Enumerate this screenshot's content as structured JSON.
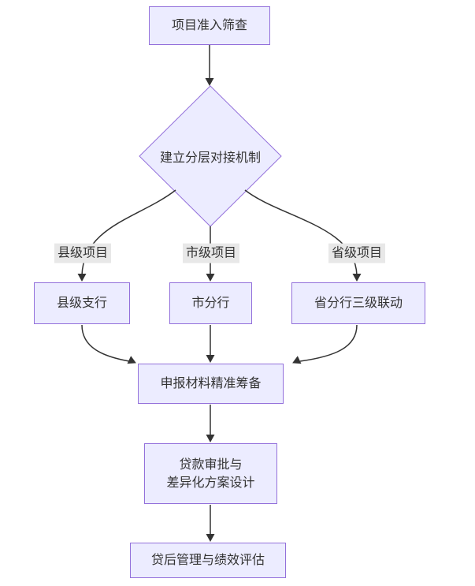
{
  "diagram": {
    "type": "flowchart",
    "direction": "top-bottom",
    "nodes": [
      {
        "id": "A",
        "shape": "rect",
        "label": "项目准入筛查"
      },
      {
        "id": "B",
        "shape": "diamond",
        "label": "建立分层对接机制"
      },
      {
        "id": "C",
        "shape": "rect",
        "label": "县级支行"
      },
      {
        "id": "D",
        "shape": "rect",
        "label": "市分行"
      },
      {
        "id": "E",
        "shape": "rect",
        "label": "省分行三级联动"
      },
      {
        "id": "F",
        "shape": "rect",
        "label": "申报材料精准筹备"
      },
      {
        "id": "G",
        "shape": "rect",
        "label": "贷款审批与\n差异化方案设计"
      },
      {
        "id": "H",
        "shape": "rect",
        "label": "贷后管理与绩效评估"
      }
    ],
    "edges": [
      {
        "from": "项目准入筛查",
        "to": "建立分层对接机制",
        "label": ""
      },
      {
        "from": "建立分层对接机制",
        "to": "县级支行",
        "label": "县级项目"
      },
      {
        "from": "建立分层对接机制",
        "to": "市分行",
        "label": "市级项目"
      },
      {
        "from": "建立分层对接机制",
        "to": "省分行三级联动",
        "label": "省级项目"
      },
      {
        "from": "县级支行",
        "to": "申报材料精准筹备",
        "label": ""
      },
      {
        "from": "市分行",
        "to": "申报材料精准筹备",
        "label": ""
      },
      {
        "from": "省分行三级联动",
        "to": "申报材料精准筹备",
        "label": ""
      },
      {
        "from": "申报材料精准筹备",
        "to": "贷款审批与差异化方案设计",
        "label": ""
      },
      {
        "from": "贷款审批与差异化方案设计",
        "to": "贷后管理与绩效评估",
        "label": ""
      }
    ]
  },
  "colors": {
    "node_fill": "#ECECFF",
    "node_border": "#9370DB",
    "line": "#333333",
    "text": "#333333",
    "edge_label_bg": "#e8e8e8",
    "bg": "#ffffff"
  }
}
